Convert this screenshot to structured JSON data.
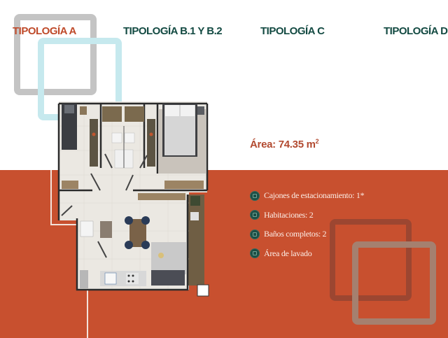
{
  "tabs": [
    {
      "label": "TIPOLOGÍA A",
      "active": true
    },
    {
      "label": "TIPOLOGÍA B.1 Y B.2",
      "active": false
    },
    {
      "label": "TIPOLOGÍA C",
      "active": false
    },
    {
      "label": "TIPOLOGÍA D",
      "active": false
    }
  ],
  "area": {
    "label": "Área: 74.35 m",
    "unit_sup": "2"
  },
  "features": [
    {
      "icon": "parking-icon",
      "label": "Cajones de estacionamiento: 1*"
    },
    {
      "icon": "bed-icon",
      "label": "Habitaciones: 2"
    },
    {
      "icon": "bath-icon",
      "label": "Baños completos: 2"
    },
    {
      "icon": "laundry-icon",
      "label": "Área de lavado"
    }
  ],
  "colors": {
    "accent_orange": "#c8502f",
    "tab_active": "#bf4a2a",
    "tab_inactive": "#134a42",
    "area_text": "#b24a30",
    "icon_bg": "#1d4e45"
  },
  "floor_plan": {
    "name": "floor-plan-tipologia-a"
  }
}
